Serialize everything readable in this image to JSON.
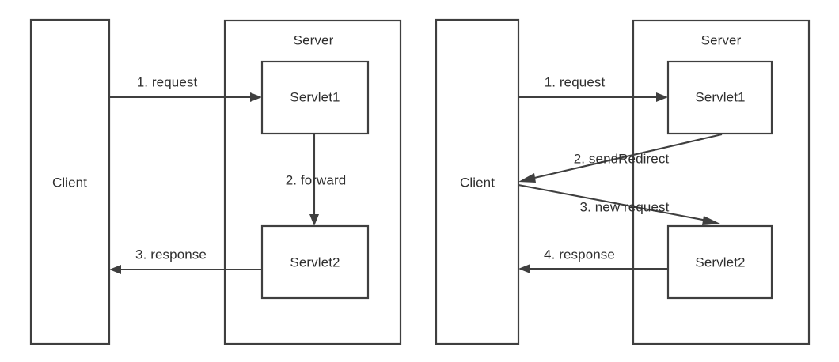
{
  "figure": {
    "type": "diagram",
    "subtype": "flow-diagram",
    "panels": [
      {
        "id": "forward-panel",
        "client": {
          "label": "Client"
        },
        "server": {
          "label": "Server"
        },
        "servlets": [
          {
            "id": "servlet1",
            "label": "Servlet1"
          },
          {
            "id": "servlet2",
            "label": "Servlet2"
          }
        ],
        "flows": [
          {
            "step": "1",
            "label": "1. request",
            "from": "Client",
            "to": "Servlet1"
          },
          {
            "step": "2",
            "label": "2. forward",
            "from": "Servlet1",
            "to": "Servlet2"
          },
          {
            "step": "3",
            "label": "3. response",
            "from": "Servlet2",
            "to": "Client"
          }
        ]
      },
      {
        "id": "redirect-panel",
        "client": {
          "label": "Client"
        },
        "server": {
          "label": "Server"
        },
        "servlets": [
          {
            "id": "servlet1",
            "label": "Servlet1"
          },
          {
            "id": "servlet2",
            "label": "Servlet2"
          }
        ],
        "flows": [
          {
            "step": "1",
            "label": "1. request",
            "from": "Client",
            "to": "Servlet1"
          },
          {
            "step": "2",
            "label": "2. sendRedirect",
            "from": "Servlet1",
            "to": "Client"
          },
          {
            "step": "3",
            "label": "3. new request",
            "from": "Client",
            "to": "Servlet2"
          },
          {
            "step": "4",
            "label": "4. response",
            "from": "Servlet2",
            "to": "Client"
          }
        ]
      }
    ],
    "colors": {
      "stroke": "#3f3f3f",
      "text": "#2f2f2f",
      "background": "#ffffff"
    }
  }
}
